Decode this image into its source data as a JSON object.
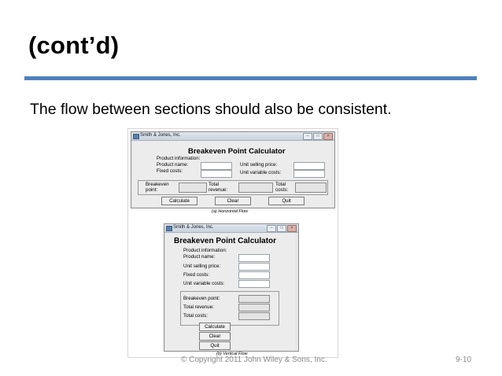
{
  "slide": {
    "title": "(cont’d)",
    "body": "The flow between sections should also be consistent.",
    "copyright": "© Copyright 2011 John Wiley & Sons, Inc.",
    "page_number": "9-10"
  },
  "horizontal_form": {
    "window_title": "Smith & Jones, Inc.",
    "heading": "Breakeven Point Calculator",
    "product_information": "Product information:",
    "product_name": "Product name:",
    "unit_selling_price": "Unit selling price:",
    "fixed_costs": "Fixed costs:",
    "unit_variable_costs": "Unit variable costs:",
    "breakeven_point": [
      "Breakeven",
      "point:"
    ],
    "total_revenue": [
      "Total",
      "revenue:"
    ],
    "total_costs": [
      "Total",
      "costs:"
    ],
    "calculate": "Calculate",
    "clear": "Clear",
    "quit": "Quit",
    "caption": "(a) Horizontal Flow"
  },
  "vertical_form": {
    "window_title": "Smith & Jones, Inc.",
    "heading": "Breakeven Point Calculator",
    "product_information": "Product information:",
    "product_name": "Product name:",
    "unit_selling_price": "Unit selling price:",
    "fixed_costs": "Fixed costs:",
    "unit_variable_costs": "Unit variable costs:",
    "breakeven_point": "Breakeven point:",
    "total_revenue": "Total revenue:",
    "total_costs": "Total costs:",
    "calculate": "Calculate",
    "clear": "Clear",
    "quit": "Quit",
    "caption": "(b) Vertical Flow"
  }
}
